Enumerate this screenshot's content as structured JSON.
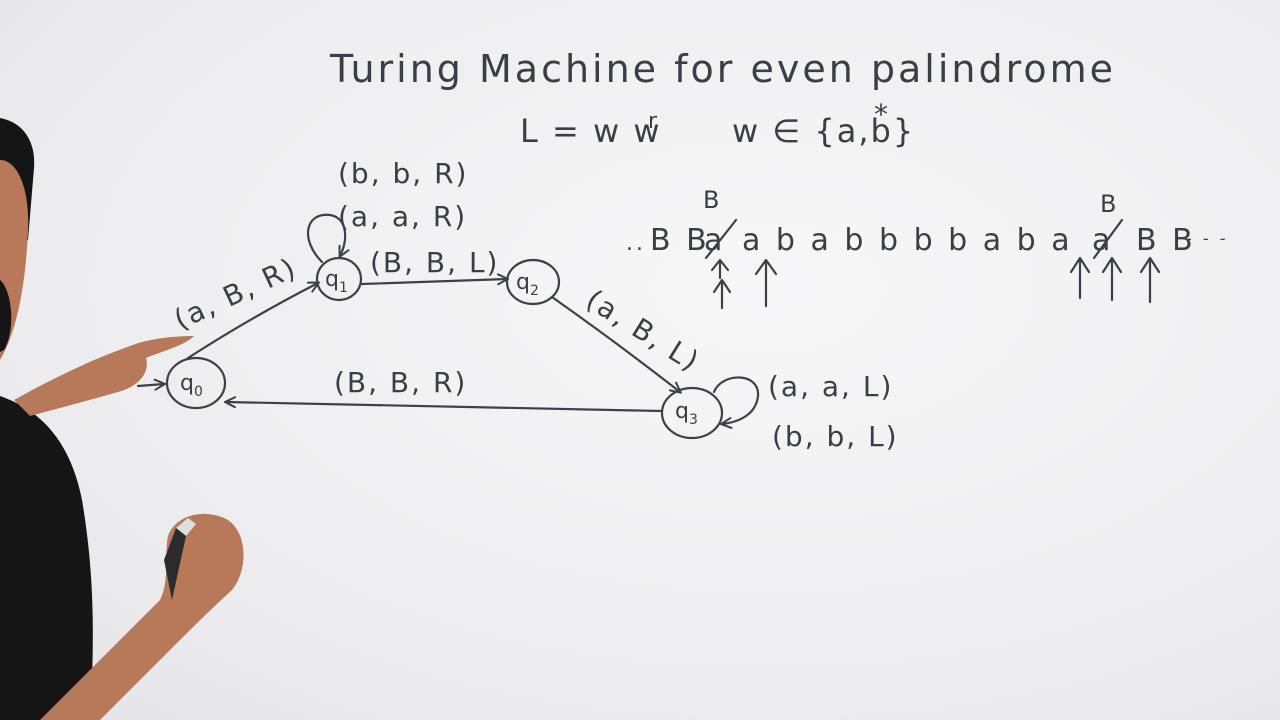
{
  "title": "Turing Machine for even palindrome",
  "language": {
    "definition": "L = w w",
    "reverse_superscript": "r",
    "domain": "w ∈ {a,b}",
    "star": "*"
  },
  "states": [
    {
      "id": "q0",
      "label": "q",
      "sub": "0",
      "start": true
    },
    {
      "id": "q1",
      "label": "q",
      "sub": "1"
    },
    {
      "id": "q2",
      "label": "q",
      "sub": "2"
    },
    {
      "id": "q3",
      "label": "q",
      "sub": "3"
    }
  ],
  "transitions": {
    "q0_q1": "(a, B, R)",
    "q1_loop_1": "(b, b, R)",
    "q1_loop_2": "(a, a, R)",
    "q1_q2": "(B, B, L)",
    "q2_q3": "(a, B, L)",
    "q3_loop_1": "(a, a, L)",
    "q3_loop_2": "(b, b, L)",
    "q3_q0": "(B, B, R)"
  },
  "tape": {
    "left_dots": "..",
    "left_blanks": "B B",
    "crossed_left": "a",
    "middle": "a b a b b  b b a b a",
    "crossed_right": "a",
    "right_blanks": "B B",
    "right_dots": "- - -",
    "replacement_left": "B",
    "replacement_right": "B"
  }
}
